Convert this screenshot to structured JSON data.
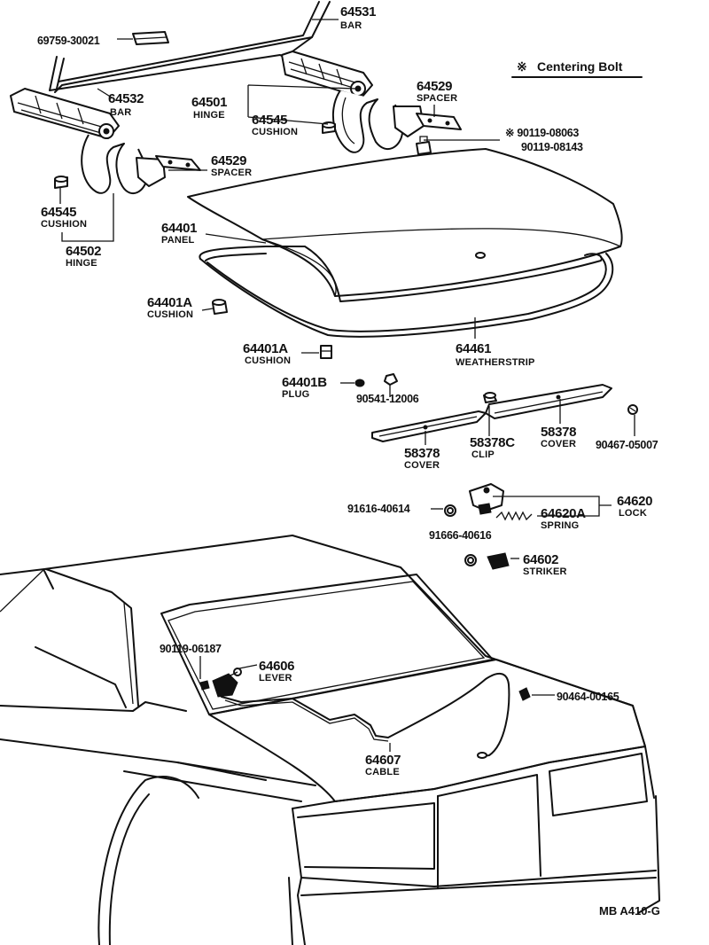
{
  "legend": {
    "mark": "※",
    "text": "Centering Bolt"
  },
  "diagram_ref": "MB  A410-G",
  "labels": {
    "l64531": {
      "num": "64531",
      "name": "BAR"
    },
    "l69759": {
      "num": "69759-30021"
    },
    "l64532": {
      "num": "64532",
      "name": "BAR"
    },
    "l64501": {
      "num": "64501",
      "name": "HINGE"
    },
    "l64545a": {
      "num": "64545",
      "name": "CUSHION"
    },
    "l64529a": {
      "num": "64529",
      "name": "SPACER"
    },
    "l90119a": {
      "num": "※ 90119-08063"
    },
    "l90119b": {
      "num": "90119-08143"
    },
    "l64529b": {
      "num": "64529",
      "name": "SPACER"
    },
    "l64545b": {
      "num": "64545",
      "name": "CUSHION"
    },
    "l64502": {
      "num": "64502",
      "name": "HINGE"
    },
    "l64401": {
      "num": "64401",
      "name": "PANEL"
    },
    "l64401a1": {
      "num": "64401A",
      "name": "CUSHION"
    },
    "l64401a2": {
      "num": "64401A",
      "name": "CUSHION"
    },
    "l64461": {
      "num": "64461",
      "name": "WEATHERSTRIP"
    },
    "l64401b": {
      "num": "64401B",
      "name": "PLUG"
    },
    "l90541": {
      "num": "90541-12006"
    },
    "l58378a": {
      "num": "58378",
      "name": "COVER"
    },
    "l58378c": {
      "num": "58378C",
      "name": "CLIP"
    },
    "l58378b": {
      "num": "58378",
      "name": "COVER"
    },
    "l90467": {
      "num": "90467-05007"
    },
    "l64620": {
      "num": "64620",
      "name": "LOCK"
    },
    "l64620a": {
      "num": "64620A",
      "name": "SPRING"
    },
    "l91616": {
      "num": "91616-40614"
    },
    "l91666": {
      "num": "91666-40616"
    },
    "l64602": {
      "num": "64602",
      "name": "STRIKER"
    },
    "l90119c": {
      "num": "90119-06187"
    },
    "l64606": {
      "num": "64606",
      "name": "LEVER"
    },
    "l90464": {
      "num": "90464-00165"
    },
    "l64607": {
      "num": "64607",
      "name": "CABLE"
    }
  }
}
